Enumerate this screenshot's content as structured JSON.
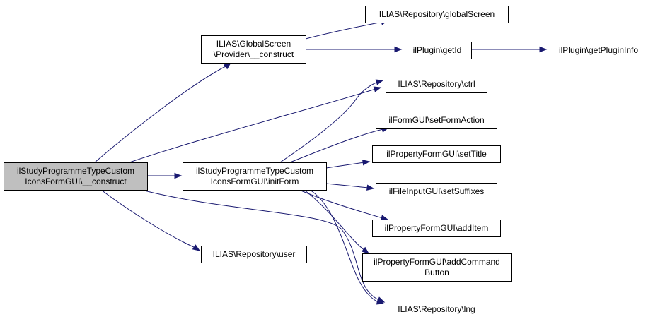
{
  "diagram": {
    "nodes": [
      {
        "id": "root",
        "lines": [
          "ilStudyProgrammeTypeCustom",
          "IconsFormGUI\\__construct"
        ],
        "root": true
      },
      {
        "id": "gs_provider",
        "lines": [
          "ILIAS\\GlobalScreen",
          "\\Provider\\__construct"
        ]
      },
      {
        "id": "repo_globalscreen",
        "lines": [
          "ILIAS\\Repository\\globalScreen"
        ]
      },
      {
        "id": "plugin_getid",
        "lines": [
          "ilPlugin\\getId"
        ]
      },
      {
        "id": "plugin_getplugininfo",
        "lines": [
          "ilPlugin\\getPluginInfo"
        ]
      },
      {
        "id": "repo_ctrl",
        "lines": [
          "ILIAS\\Repository\\ctrl"
        ]
      },
      {
        "id": "initform",
        "lines": [
          "ilStudyProgrammeTypeCustom",
          "IconsFormGUI\\initForm"
        ]
      },
      {
        "id": "setformaction",
        "lines": [
          "ilFormGUI\\setFormAction"
        ]
      },
      {
        "id": "settitle",
        "lines": [
          "ilPropertyFormGUI\\setTitle"
        ]
      },
      {
        "id": "setsuffixes",
        "lines": [
          "ilFileInputGUI\\setSuffixes"
        ]
      },
      {
        "id": "additem",
        "lines": [
          "ilPropertyFormGUI\\addItem"
        ]
      },
      {
        "id": "addcommandbutton",
        "lines": [
          "ilPropertyFormGUI\\addCommand",
          "Button"
        ]
      },
      {
        "id": "repo_user",
        "lines": [
          "ILIAS\\Repository\\user"
        ]
      },
      {
        "id": "repo_lng",
        "lines": [
          "ILIAS\\Repository\\lng"
        ]
      }
    ],
    "edges": [
      {
        "from": "root",
        "to": "gs_provider"
      },
      {
        "from": "root",
        "to": "repo_ctrl"
      },
      {
        "from": "root",
        "to": "initform"
      },
      {
        "from": "root",
        "to": "repo_user"
      },
      {
        "from": "root",
        "to": "repo_lng"
      },
      {
        "from": "gs_provider",
        "to": "repo_globalscreen"
      },
      {
        "from": "gs_provider",
        "to": "plugin_getid"
      },
      {
        "from": "plugin_getid",
        "to": "plugin_getplugininfo"
      },
      {
        "from": "initform",
        "to": "repo_ctrl"
      },
      {
        "from": "initform",
        "to": "setformaction"
      },
      {
        "from": "initform",
        "to": "settitle"
      },
      {
        "from": "initform",
        "to": "setsuffixes"
      },
      {
        "from": "initform",
        "to": "additem"
      },
      {
        "from": "initform",
        "to": "addcommandbutton"
      },
      {
        "from": "initform",
        "to": "repo_lng"
      }
    ],
    "colors": {
      "edge": "#191970",
      "root_fill": "#bfbfbf",
      "node_fill": "#ffffff",
      "node_border": "#000000"
    }
  }
}
